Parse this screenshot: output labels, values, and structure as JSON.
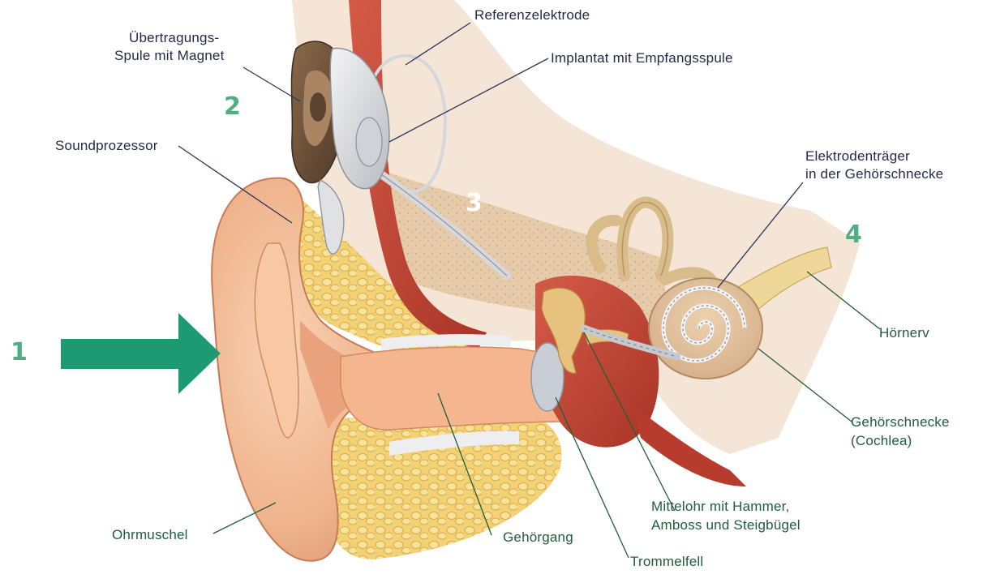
{
  "labels": {
    "referenzelektrode": "Referenzelektrode",
    "uebertragungsspule_line1": "Übertragungs-",
    "uebertragungsspule_line2": "Spule mit Magnet",
    "implantat": "Implantat mit Empfangsspule",
    "soundprozessor": "Soundprozessor",
    "elektrodentraeger_line1": "Elektrodenträger",
    "elektrodentraeger_line2": "in der Gehörschnecke",
    "hoernerv": "Hörnerv",
    "gehoerschnecke_line1": "Gehörschnecke",
    "gehoerschnecke_line2": "(Cochlea)",
    "mittelohr_line1": "Mittelohr mit Hammer,",
    "mittelohr_line2": "Amboss und Steigbügel",
    "ohrmuschel": "Ohrmuschel",
    "gehoergang": "Gehörgang",
    "trommelfell": "Trommelfell"
  },
  "numbers": {
    "n1": "1",
    "n2": "2",
    "n3": "3",
    "n4": "4"
  },
  "colors": {
    "number_green": "#4fae82",
    "arrow_green": "#1d9a72",
    "label_dark": "#1f2a44",
    "label_green": "#1f5d3c",
    "skin": "#f0b58f",
    "bone": "#dfc19a",
    "fat": "#f1cf6e",
    "canal_red": "#c84a3a"
  },
  "icons": {
    "arrow": "arrow-right-icon",
    "coil": "transmission-coil-icon",
    "implant": "implant-receiver-icon",
    "processor": "sound-processor-icon",
    "cochlea": "cochlea-icon"
  }
}
